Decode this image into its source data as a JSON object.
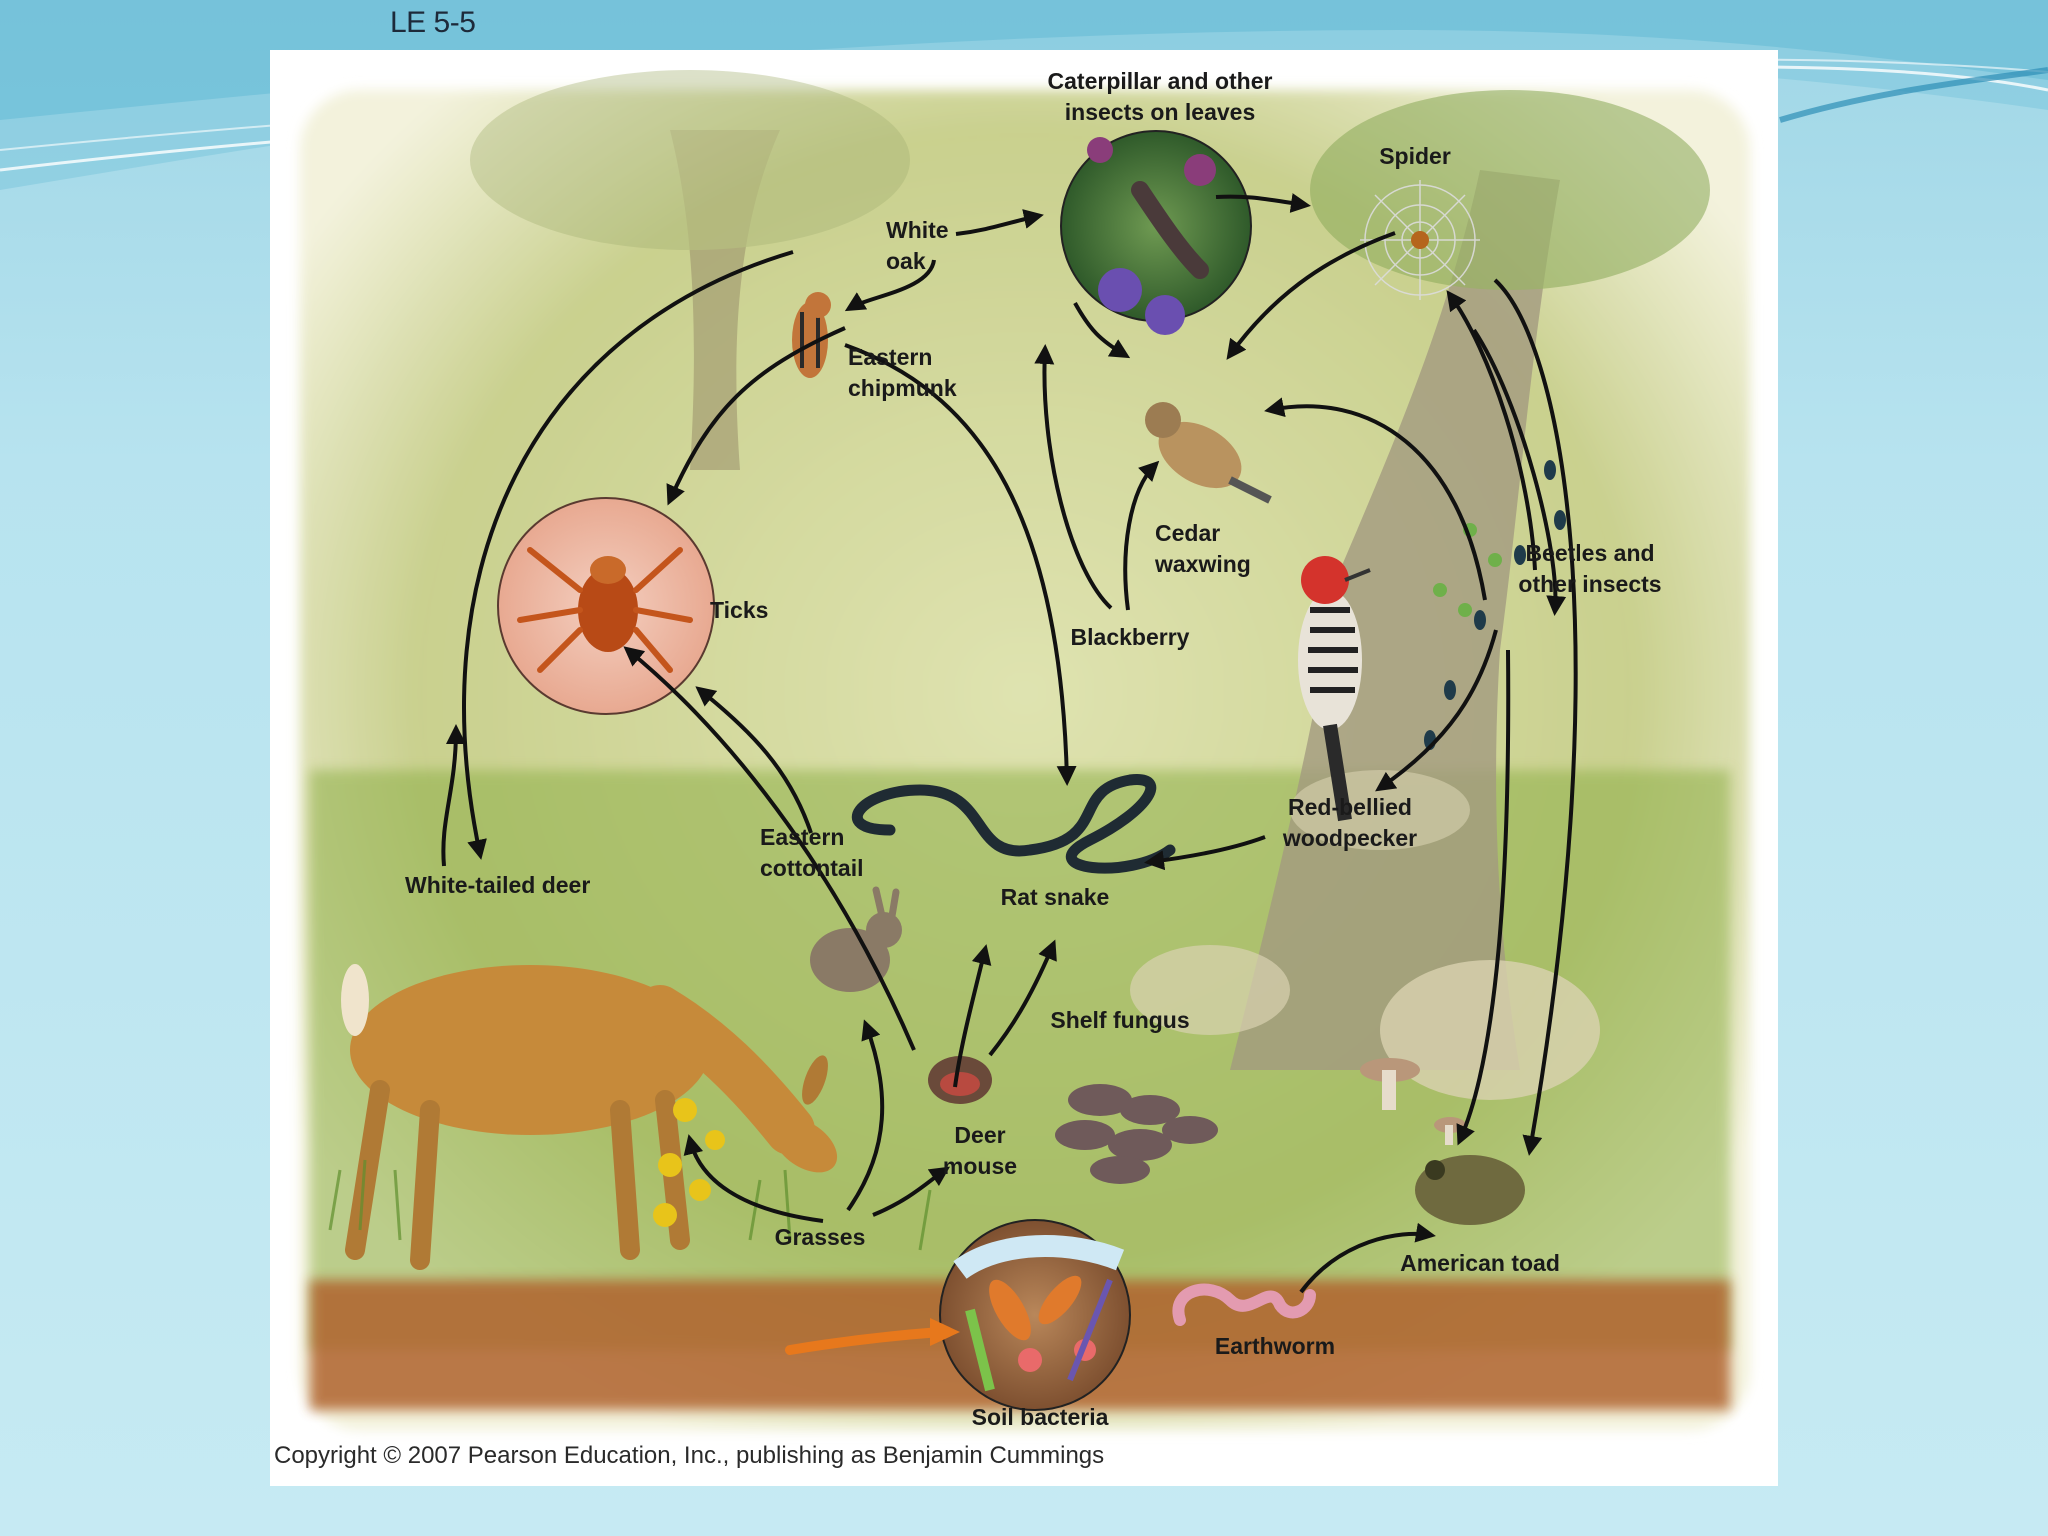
{
  "slide": {
    "title": "LE 5-5",
    "copyright": "Copyright © 2007 Pearson Education, Inc., publishing as Benjamin Cummings"
  },
  "diagram": {
    "organisms": {
      "caterpillar": "Caterpillar and other\ninsects on leaves",
      "spider": "Spider",
      "white_oak": "White\noak",
      "chipmunk": "Eastern\nchipmunk",
      "cedar_waxwing": "Cedar\nwaxwing",
      "beetles": "Beetles and\nother insects",
      "ticks": "Ticks",
      "blackberry": "Blackberry",
      "woodpecker": "Red-bellied\nwoodpecker",
      "cottontail": "Eastern\ncottontail",
      "deer": "White-tailed deer",
      "rat_snake": "Rat snake",
      "shelf_fungus": "Shelf fungus",
      "deer_mouse": "Deer\nmouse",
      "grasses": "Grasses",
      "american_toad": "American toad",
      "earthworm": "Earthworm",
      "soil_bacteria": "Soil bacteria"
    },
    "colors": {
      "arrow": "#111111",
      "accent_arrow": "#e7781c",
      "sky": "#a9dbe9"
    }
  }
}
